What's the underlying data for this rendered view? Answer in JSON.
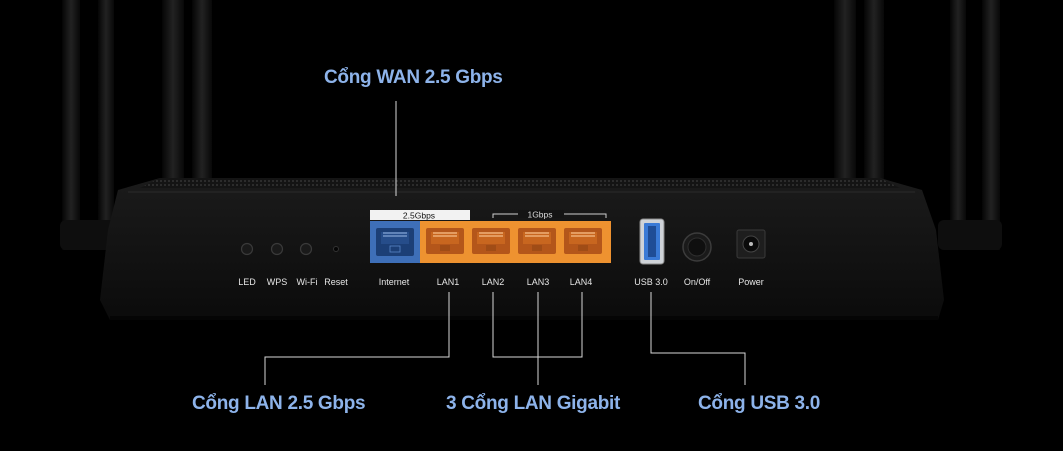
{
  "colors": {
    "callout_text": "#8db3ea",
    "wan_port": "#3e6fb8",
    "lan_port": "#ee9230",
    "usb_blue": "#3a7ad6"
  },
  "callouts": {
    "wan": "Cổng WAN 2.5 Gbps",
    "lan": "Cổng LAN 2.5 Gbps",
    "gigabit": "3 Cổng LAN Gigabit",
    "usb": "Cổng USB 3.0"
  },
  "router": {
    "speed_25": "2.5Gbps",
    "speed_1": "1Gbps",
    "labels": {
      "led": "LED",
      "wps": "WPS",
      "wifi": "Wi-Fi",
      "reset": "Reset",
      "internet": "Internet",
      "lan1": "LAN1",
      "lan2": "LAN2",
      "lan3": "LAN3",
      "lan4": "LAN4",
      "usb": "USB 3.0",
      "onoff": "On/Off",
      "power": "Power"
    }
  }
}
